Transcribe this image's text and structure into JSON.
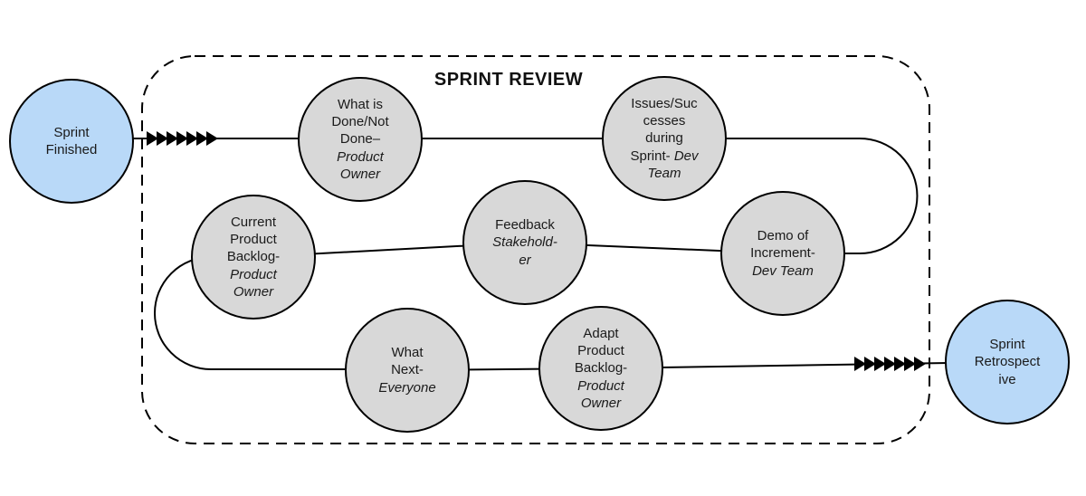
{
  "diagram": {
    "title": "SPRINT REVIEW",
    "colors": {
      "node_gray": "#d8d8d8",
      "node_blue": "#b9d9f8",
      "stroke": "#000000",
      "text": "#1a1a1a"
    },
    "nodes": {
      "sprint_finished": {
        "text": "Sprint\nFinished",
        "em": ""
      },
      "what_is_done": {
        "text": "What is\nDone/Not\nDone–\n",
        "em": "Product\nOwner"
      },
      "issues_successes": {
        "text": "Issues/Suc\ncesses\nduring\nSprint- ",
        "em": "Dev\nTeam"
      },
      "current_backlog": {
        "text": "Current\nProduct\nBacklog-\n",
        "em": "Product\nOwner"
      },
      "feedback": {
        "text": "Feedback\n",
        "em": "Stakehold-\ner"
      },
      "demo_of_increment": {
        "text": "Demo of\nIncrement-\n",
        "em": "Dev Team"
      },
      "what_next": {
        "text": "What\nNext-\n",
        "em": "Everyone"
      },
      "adapt_backlog": {
        "text": "Adapt\nProduct\nBacklog-\n",
        "em": "Product\nOwner"
      },
      "sprint_retrospective": {
        "text": "Sprint\nRetrospect\nive",
        "em": ""
      }
    }
  }
}
